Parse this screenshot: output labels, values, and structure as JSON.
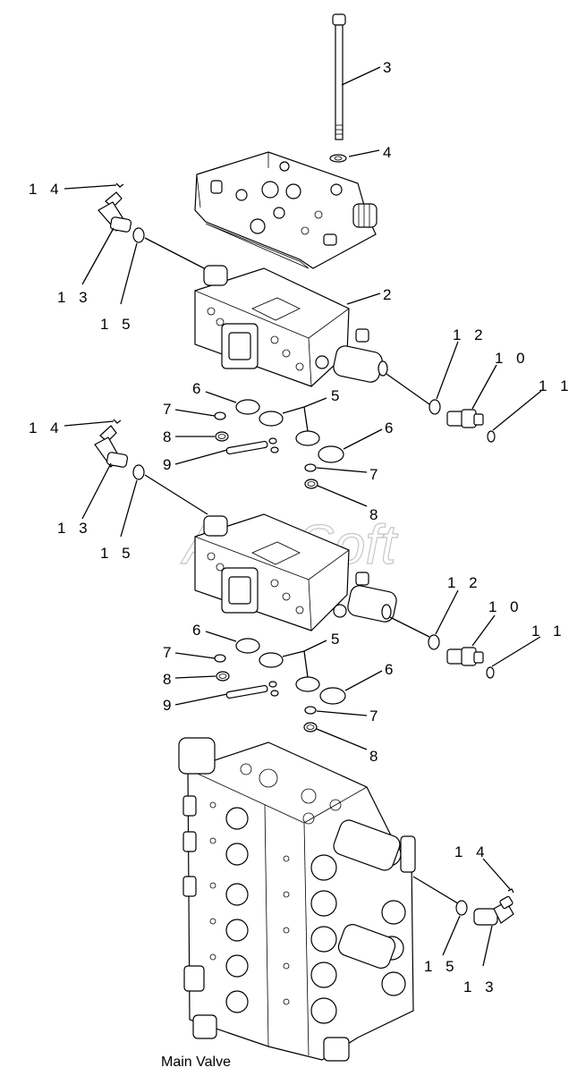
{
  "labels": {
    "l3": "3",
    "l4": "4",
    "l14a": "1 4",
    "l13a": "1 3",
    "l15a": "1 5",
    "l2": "2",
    "l12a": "1 2",
    "l10a": "1 0",
    "l11a": "1 1",
    "l6a": "6",
    "l7a": "7",
    "l8a": "8",
    "l9a": "9",
    "l5a": "5",
    "l6b": "6",
    "l7b": "7",
    "l8b": "8",
    "l14b": "1 4",
    "l13b": "1 3",
    "l15b": "1 5",
    "l12b": "1 2",
    "l10b": "1 0",
    "l11b": "1 1",
    "l6c": "6",
    "l7c": "7",
    "l8c": "8",
    "l9c": "9",
    "l5c": "5",
    "l6d": "6",
    "l7d": "7",
    "l8d": "8",
    "l14c": "1 4",
    "l15c": "1 5",
    "l13c": "1 3"
  },
  "watermark": "AutoSoft",
  "caption": "Main Valve"
}
